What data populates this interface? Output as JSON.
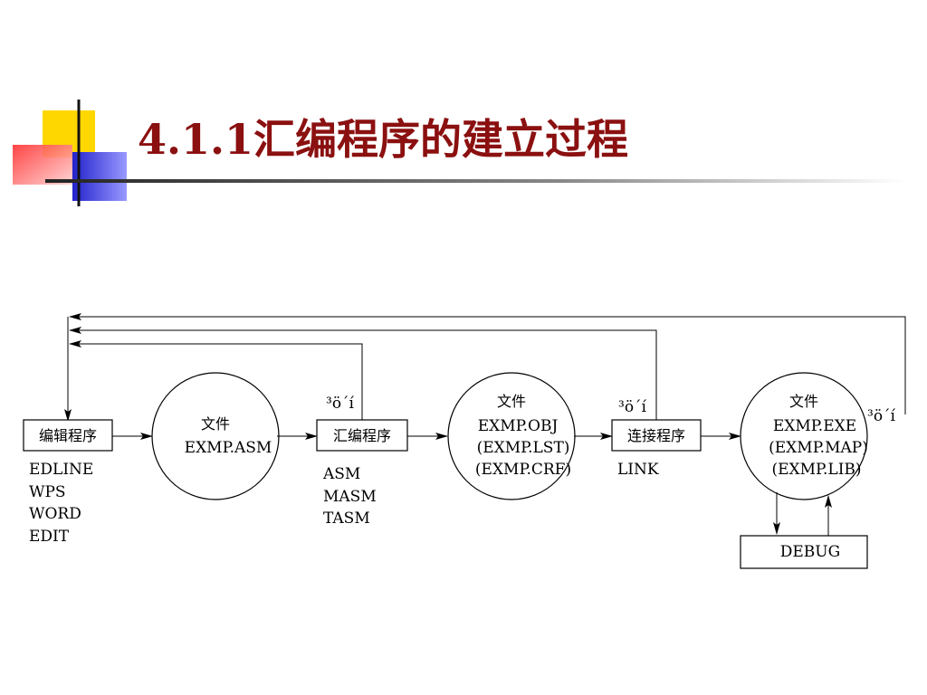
{
  "title": "4.1.1汇编程序的建立过程",
  "colors": {
    "title": "#8b1010",
    "deco_yellow": "#ffd700",
    "deco_blue": "#3333dd",
    "deco_red": "#ff4444"
  },
  "diagram": {
    "boxes": {
      "edit": "编辑程序",
      "assemble": "汇编程序",
      "link": "连接程序",
      "debug": "DEBUG"
    },
    "circles": {
      "asm": {
        "header": "文件",
        "lines": [
          "EXMP.ASM"
        ]
      },
      "obj": {
        "header": "文件",
        "lines": [
          "EXMP.OBJ",
          "(EXMP.LST)",
          "(EXMP.CRF)"
        ]
      },
      "exe": {
        "header": "文件",
        "lines": [
          "EXMP.EXE",
          "(EXMP.MAP)",
          "(EXMP.LIB)"
        ]
      }
    },
    "editors": [
      "EDLINE",
      "WPS",
      "WORD",
      "EDIT"
    ],
    "assemblers": [
      "ASM",
      "MASM",
      "TASM"
    ],
    "linkers": [
      "LINK"
    ],
    "error_label": "³ö´í"
  }
}
